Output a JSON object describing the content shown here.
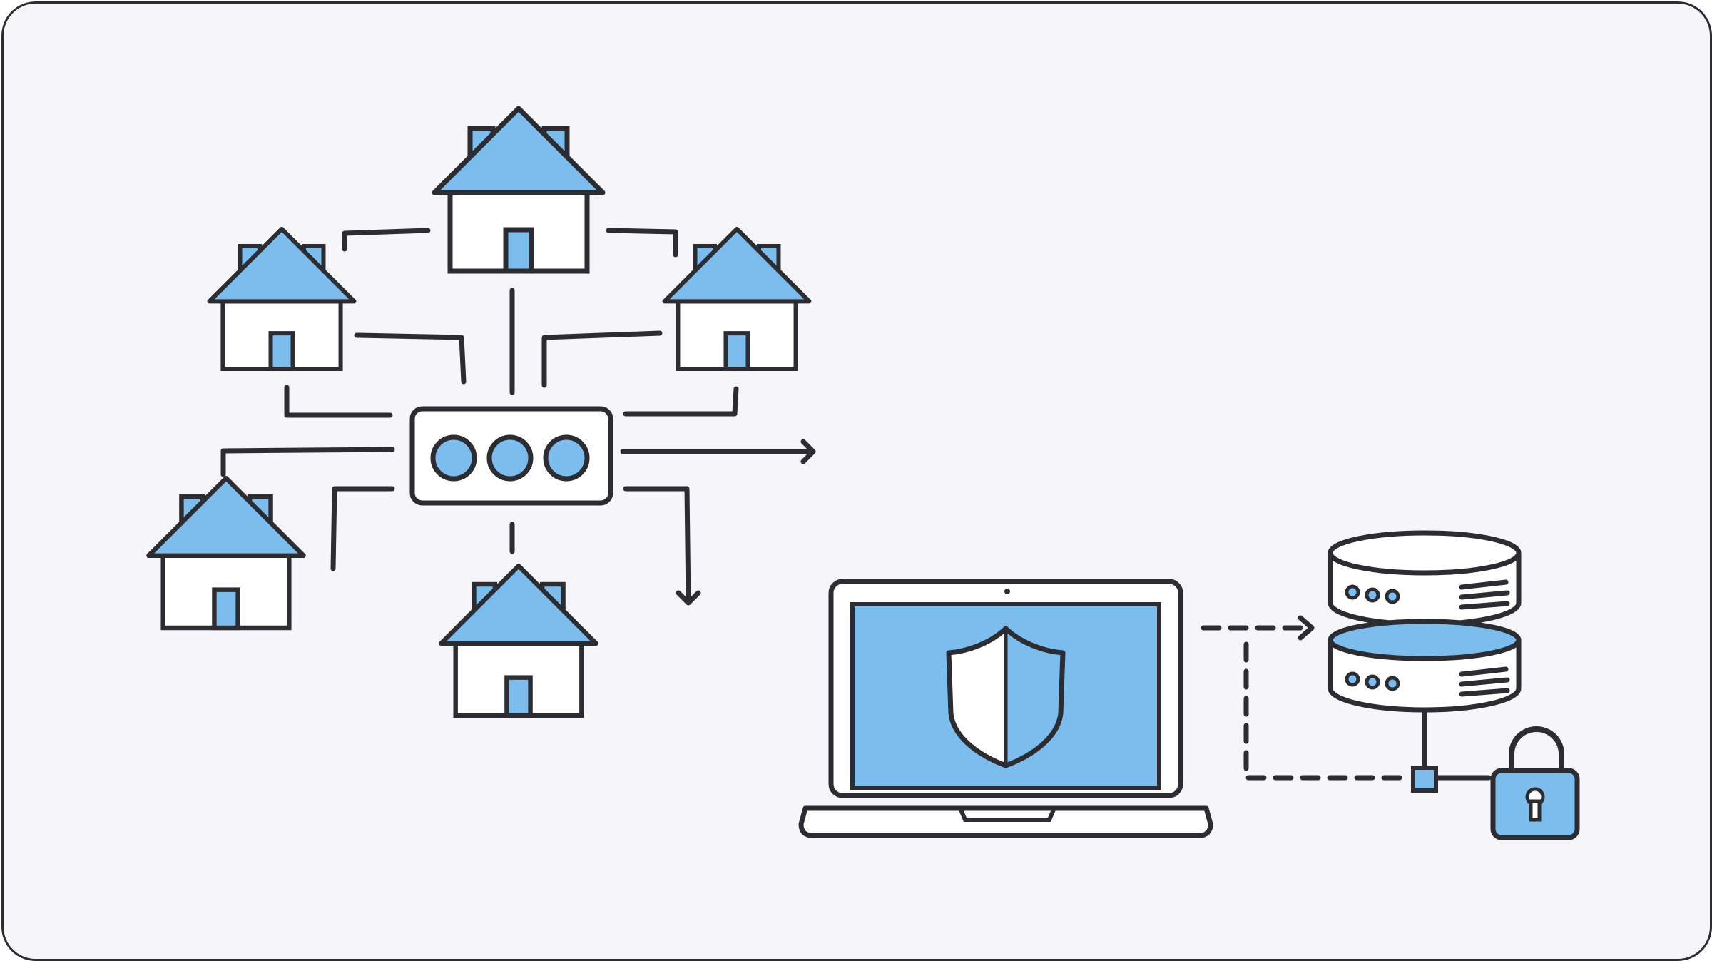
{
  "colors": {
    "background": "#f6f5fa",
    "accent": "#7cbdee",
    "ink": "#2b2d33",
    "house_wall": "#ffffff"
  },
  "icons": [
    "house-icon",
    "router-icon",
    "laptop-icon",
    "shield-icon",
    "database-icon",
    "padlock-icon",
    "arrow-icon"
  ],
  "diagram": {
    "houses": [
      "house-top",
      "house-upper-left",
      "house-upper-right",
      "house-lower-left",
      "house-bottom"
    ],
    "hub": {
      "indicator_count": 3
    },
    "laptop": {
      "screen_icon": "shield-icon"
    },
    "database": {
      "disk_count": 2,
      "dots_per_disk": 3
    },
    "connections": [
      "dashed-line-laptop-to-database",
      "dashed-line-database-to-lock"
    ]
  }
}
